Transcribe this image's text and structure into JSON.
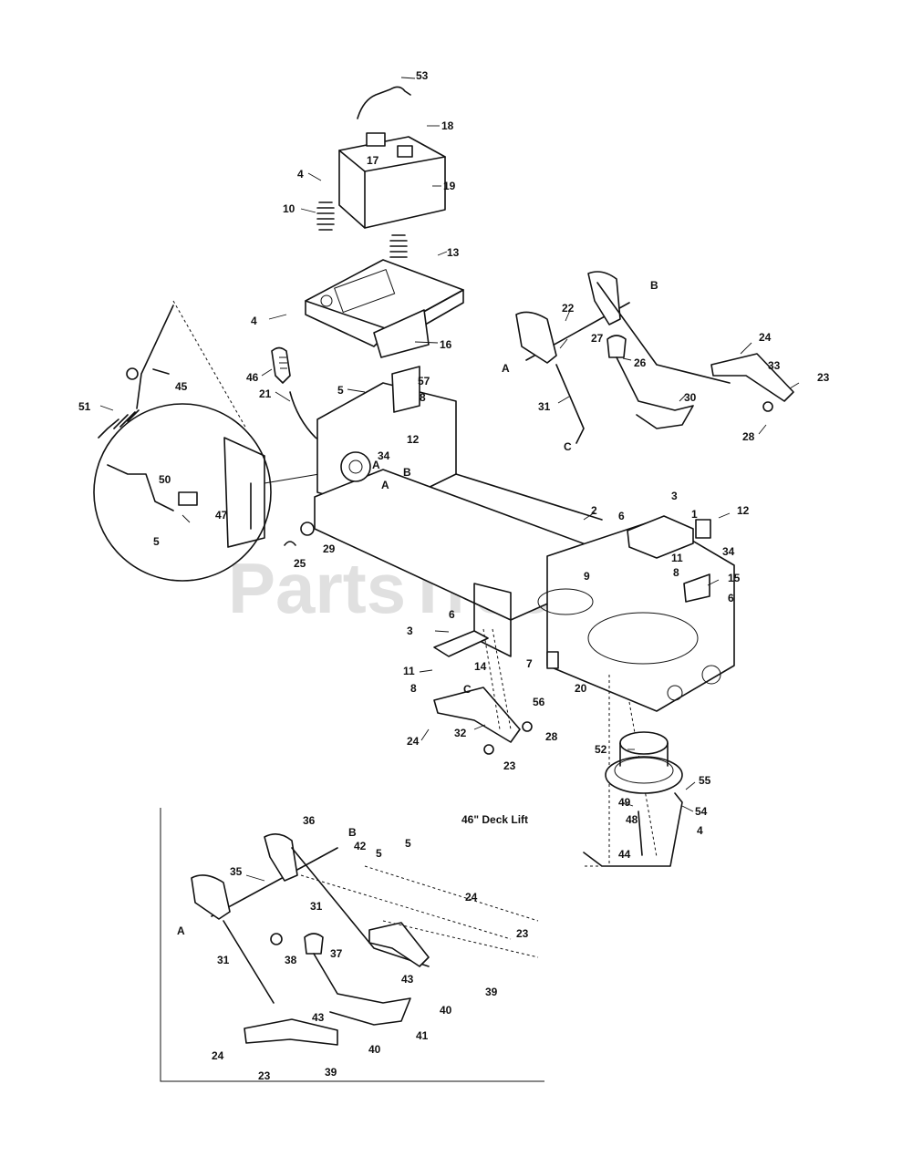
{
  "watermark": "PartsTree",
  "inset_title": "46\" Deck Lift",
  "callouts": {
    "c53": "53",
    "c18": "18",
    "c17": "17",
    "c19": "19",
    "c4a": "4",
    "c10": "10",
    "c13": "13",
    "c4b": "4",
    "c16": "16",
    "c46": "46",
    "c45": "45",
    "c51": "51",
    "c5a": "5",
    "c57": "57",
    "c8a": "8",
    "c21": "21",
    "c12a": "12",
    "c34a": "34",
    "c50": "50",
    "c47": "47",
    "c5b": "5",
    "c22": "22",
    "c27": "27",
    "c26": "26",
    "c24a": "24",
    "c33": "33",
    "c23a": "23",
    "c31a": "31",
    "c30": "30",
    "c28a": "28",
    "c2": "2",
    "c3a": "3",
    "c1": "1",
    "c12b": "12",
    "c6a": "6",
    "c34b": "34",
    "c11a": "11",
    "c8b": "8",
    "c9": "9",
    "c15": "15",
    "c6b": "6",
    "c25": "25",
    "c29": "29",
    "c6c": "6",
    "c3b": "3",
    "c14": "14",
    "c11b": "11",
    "c8c": "8",
    "c7": "7",
    "c56": "56",
    "c20": "20",
    "c24b": "24",
    "c32": "32",
    "c28b": "28",
    "c23b": "23",
    "c52": "52",
    "c55": "55",
    "c49": "49",
    "c54": "54",
    "c48": "48",
    "c4c": "4",
    "c44": "44",
    "c36": "36",
    "c42": "42",
    "c5c": "5",
    "c5d": "5",
    "c35": "35",
    "c31b": "31",
    "c24c": "24",
    "c23c": "23",
    "c31c": "31",
    "c38": "38",
    "c37": "37",
    "c43a": "43",
    "c39a": "39",
    "c40a": "40",
    "c41": "41",
    "c43b": "43",
    "c40b": "40",
    "c24d": "24",
    "c23d": "23",
    "c39b": "39"
  },
  "letters": {
    "B1": "B",
    "A1": "A",
    "C1": "C",
    "A2": "A",
    "B2": "B",
    "A3": "A",
    "C2": "C",
    "B3": "B",
    "A4": "A"
  }
}
